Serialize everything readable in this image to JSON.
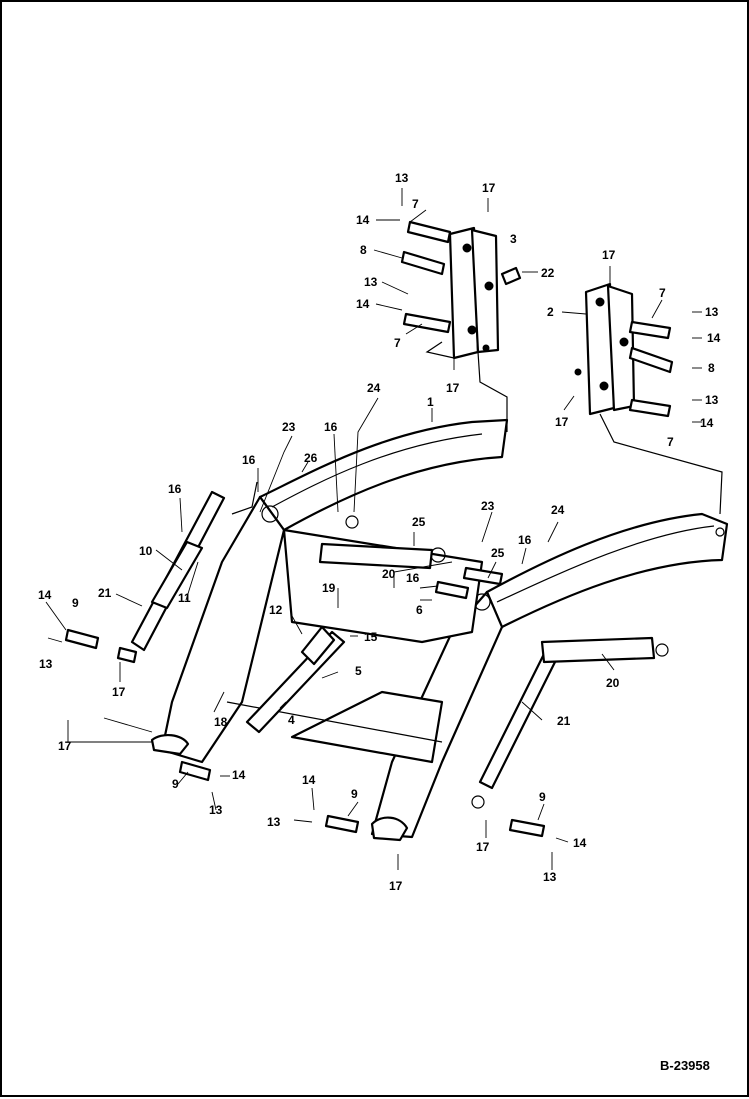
{
  "drawing": {
    "reference": "B-23958",
    "callouts": {
      "c1": "1",
      "c2": "2",
      "c3": "3",
      "c4": "4",
      "c5": "5",
      "c6": "6",
      "c7a": "7",
      "c7b": "7",
      "c7c": "7",
      "c7d": "7",
      "c8a": "8",
      "c8b": "8",
      "c9a": "9",
      "c9b": "9",
      "c9c": "9",
      "c9d": "9",
      "c10": "10",
      "c11": "11",
      "c12": "12",
      "c13a": "13",
      "c13b": "13",
      "c13c": "13",
      "c13d": "13",
      "c13e": "13",
      "c13f": "13",
      "c13g": "13",
      "c13h": "13",
      "c14a": "14",
      "c14b": "14",
      "c14c": "14",
      "c14d": "14",
      "c14e": "14",
      "c14f": "14",
      "c14g": "14",
      "c14h": "14",
      "c15": "15",
      "c16a": "16",
      "c16b": "16",
      "c16c": "16",
      "c16d": "16",
      "c16e": "16",
      "c17a": "17",
      "c17b": "17",
      "c17c": "17",
      "c17d": "17",
      "c17e": "17",
      "c17f": "17",
      "c17g": "17",
      "c17h": "17",
      "c18": "18",
      "c19": "19",
      "c20a": "20",
      "c20b": "20",
      "c21a": "21",
      "c21b": "21",
      "c22": "22",
      "c23a": "23",
      "c23b": "23",
      "c24a": "24",
      "c24b": "24",
      "c25a": "25",
      "c25b": "25",
      "c26": "26"
    }
  }
}
